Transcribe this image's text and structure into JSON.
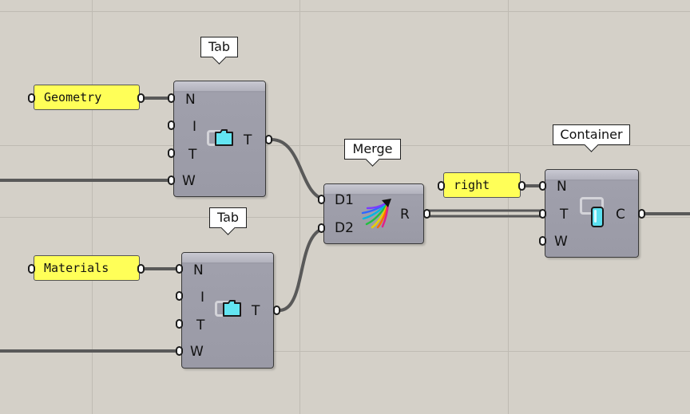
{
  "tags": {
    "tab1": "Tab",
    "tab2": "Tab",
    "merge": "Merge",
    "container": "Container"
  },
  "panels": {
    "geometry": "Geometry",
    "materials": "Materials",
    "right": "right"
  },
  "tab1": {
    "inputs": [
      "N",
      "I",
      "T",
      "W"
    ],
    "output": "T"
  },
  "tab2": {
    "inputs": [
      "N",
      "I",
      "T",
      "W"
    ],
    "output": "T"
  },
  "merge": {
    "inputs": [
      "D1",
      "D2"
    ],
    "output": "R"
  },
  "container": {
    "inputs": [
      "N",
      "T",
      "W"
    ],
    "output": "C"
  },
  "icons": {
    "tab": "folder-tab-icon",
    "merge": "merge-arrows-icon",
    "container": "container-icon"
  },
  "colors": {
    "canvas": "#d4d0c8",
    "panel": "#ffff58",
    "component": "#9c9ca8",
    "wire": "#595959",
    "icon_cyan": "#5ce1f0"
  }
}
